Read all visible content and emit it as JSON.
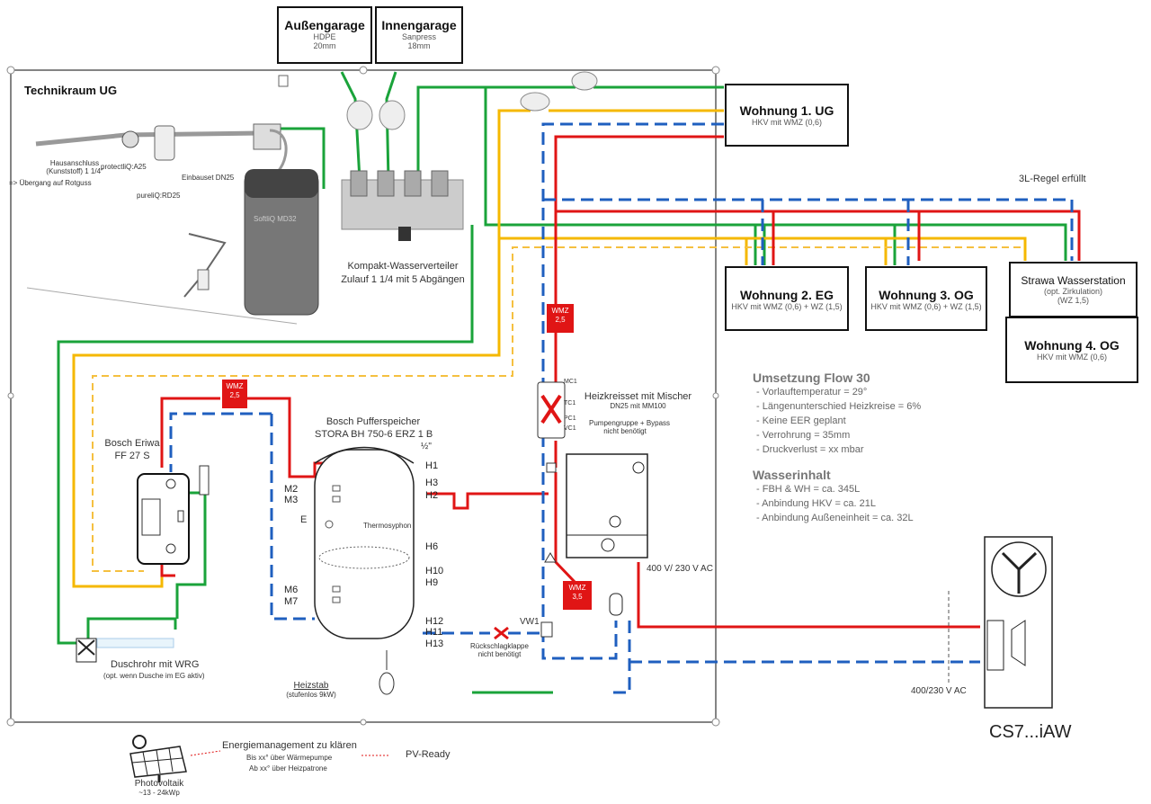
{
  "boxes": {
    "aussengarage": {
      "title": "Außengarage",
      "line1": "HDPE",
      "line2": "20mm"
    },
    "innengarage": {
      "title": "Innengarage",
      "line1": "Sanpress",
      "line2": "18mm"
    },
    "w1": {
      "title": "Wohnung 1. UG",
      "sub": "HKV mit WMZ (0,6)"
    },
    "w2": {
      "title": "Wohnung 2. EG",
      "sub": "HKV mit WMZ (0,6) + WZ (1,5)"
    },
    "w3": {
      "title": "Wohnung 3. OG",
      "sub": "HKV mit WMZ  (0,6) + WZ (1,5)"
    },
    "strawa": {
      "title": "Strawa Wasserstation",
      "sub1": "(opt. Zirkulation)",
      "sub2": "(WZ 1,5)"
    },
    "w4": {
      "title": "Wohnung 4. OG",
      "sub": "HKV mit WMZ (0,6)"
    }
  },
  "labels": {
    "technikraum": "Technikraum UG",
    "regel": "3L-Regel erfüllt",
    "hausanschluss1": "Hausanschluss",
    "hausanschluss2": "(Kunststoff) 1 1/4“",
    "hausanschluss3": "=> Übergang auf Rotguss",
    "protectliq": "protectliQ:A25",
    "pureliq": "pureliQ:RD25",
    "einbauset": "Einbauset DN25",
    "softliq": "SoftliQ MD32",
    "verteiler1": "Kompakt-Wasserverteiler",
    "verteiler2": "Zulauf 1 1/4 mit 5 Abgängen",
    "friwa1": "Bosch Eriwa",
    "friwa2": "FF 27 S",
    "puffer1": "Bosch Pufferspeicher",
    "puffer2": "STORA BH 750-6 ERZ 1 B",
    "thermosyphon": "Thermosyphon",
    "heizkreis1": "Heizkreisset mit Mischer",
    "heizkreis2": "DN25 mit MM100",
    "pumpe1": "Pumpengruppe + Bypass",
    "pumpe2": "nicht benötigt",
    "rueck1": "Rückschlagklappe",
    "rueck2": "nicht benötigt",
    "vw1": "VW1",
    "dusch1": "Duschrohr mit WRG",
    "dusch2": "(opt. wenn Dusche im EG aktiv)",
    "heizstab1": "Heizstab",
    "heizstab2": "(stufenlos 9kW)",
    "energie1": "Energiemanagement zu klären",
    "energie2": "Bis xx° über Wärmepumpe",
    "energie3": "Ab xx° über Heizpatrone",
    "pvready": "PV-Ready",
    "pv1": "Photovoltaik",
    "pv2": "~13 - 24kWp",
    "volt1": "400 V/ 230 V AC",
    "volt2": "400/230 V AC",
    "cs7": "CS7...iAW",
    "half": "½\"",
    "mc1": "MC1",
    "tc1": "TC1",
    "pc1": "PC1",
    "vc1": "VC1",
    "e": "E"
  },
  "wmz": [
    {
      "id": "wmz-a",
      "title": "WMZ",
      "value": "2,5"
    },
    {
      "id": "wmz-b",
      "title": "WMZ",
      "value": "2,5"
    },
    {
      "id": "wmz-c",
      "title": "WMZ",
      "value": "3,5"
    }
  ],
  "ports_right": [
    "H1",
    "H3",
    "H2",
    "H6",
    "H10",
    "H9",
    "H12",
    "H11",
    "H13"
  ],
  "ports_left": [
    "M2",
    "M3",
    "M6",
    "M7"
  ],
  "notes": {
    "flow_title": "Umsetzung Flow 30",
    "flow": [
      "- Vorlauftemperatur = 29°",
      "- Längenunterschied Heizkreise = 6%",
      "- Keine EER geplant",
      "- Verrohrung = 35mm",
      "- Druckverlust = xx mbar"
    ],
    "water_title": "Wasserinhalt",
    "water": [
      "- FBH & WH = ca. 345L",
      "- Anbindung HKV = ca. 21L",
      "- Anbindung Außeneinheit = ca. 32L"
    ]
  },
  "colors": {
    "green": "#1aa33a",
    "yellow": "#f5b800",
    "red": "#e01515",
    "blue": "#1f5fbf",
    "dashyellow": "#f5c040"
  }
}
